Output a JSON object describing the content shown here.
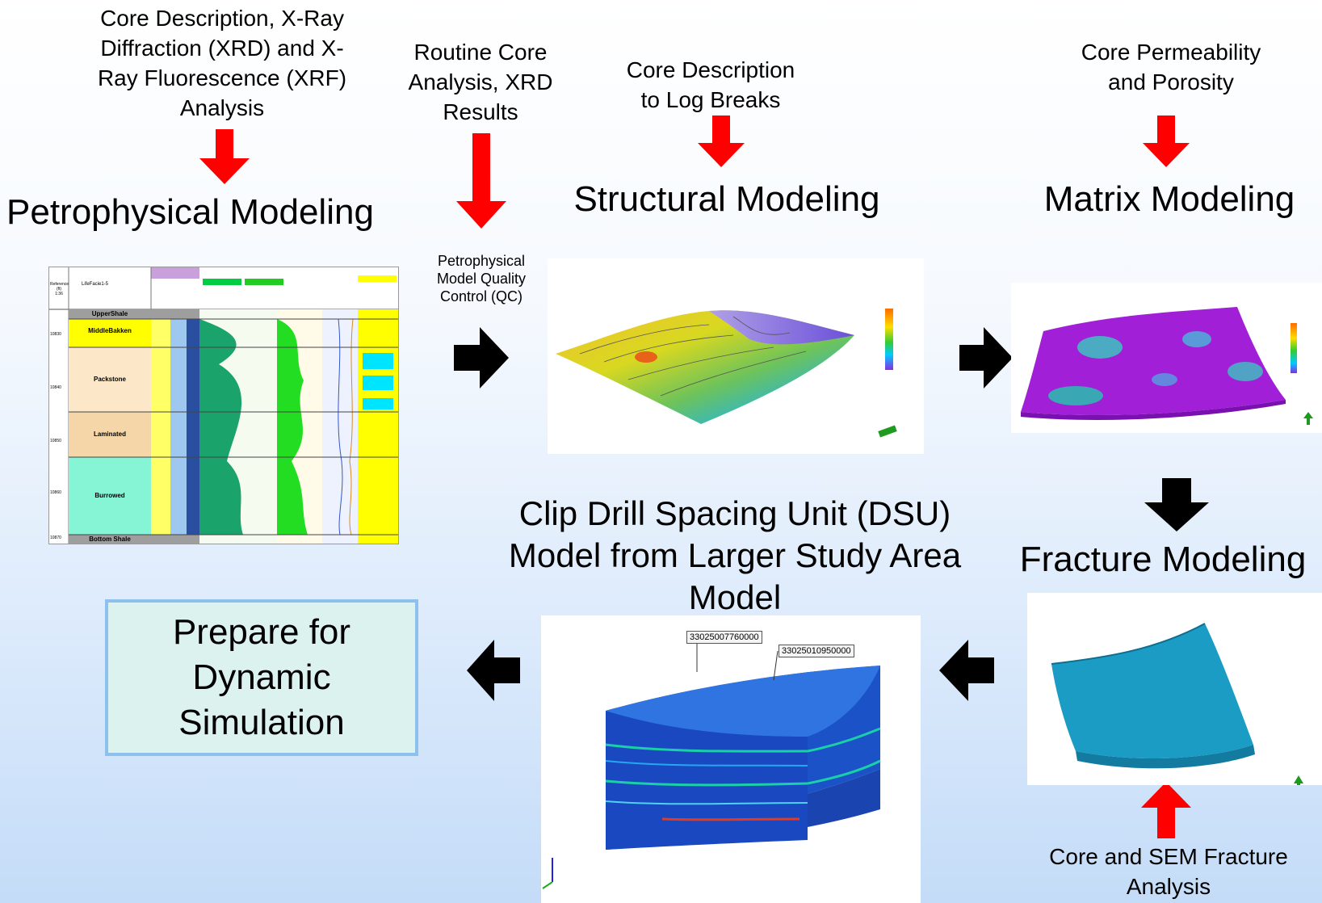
{
  "inputs": {
    "petro_input": [
      "Core Description, X-Ray",
      "Diffraction (XRD) and X-",
      "Ray Fluorescence (XRF)",
      "Analysis"
    ],
    "routine_input": [
      "Routine Core",
      "Analysis, XRD",
      "Results"
    ],
    "structural_input": [
      "Core Description",
      "to Log Breaks"
    ],
    "matrix_input": [
      "Core Permeability",
      "and Porosity"
    ],
    "fracture_input": [
      "Core and SEM Fracture",
      "Analysis"
    ]
  },
  "steps": {
    "petrophysical": "Petrophysical Modeling",
    "structural": "Structural Modeling",
    "matrix": "Matrix Modeling",
    "fracture": "Fracture Modeling",
    "clip": [
      "Clip Drill Spacing Unit (DSU)",
      "Model from Larger Study Area",
      "Model"
    ],
    "prepare": [
      "Prepare for",
      "Dynamic",
      "Simulation"
    ]
  },
  "qc_label": [
    "Petrophysical",
    "Model Quality",
    "Control (QC)"
  ],
  "log_panel": {
    "well": "LifeFacie1-5",
    "header": [
      "Reference",
      "(ft)",
      "1:36"
    ],
    "zones": [
      "UpperShale",
      "MiddleBakken",
      "Packstone",
      "Laminated",
      "Burrowed",
      "Bottom Shale"
    ],
    "depths": [
      "10830",
      "10840",
      "10850",
      "10860",
      "10870"
    ]
  },
  "dsu_wells": [
    "33025007760000",
    "33025010950000"
  ],
  "colors": {
    "arrow_red": "#ff0000",
    "arrow_black": "#000000",
    "prepare_fill": "#dcf2ee",
    "prepare_border": "#8ec0ee"
  }
}
